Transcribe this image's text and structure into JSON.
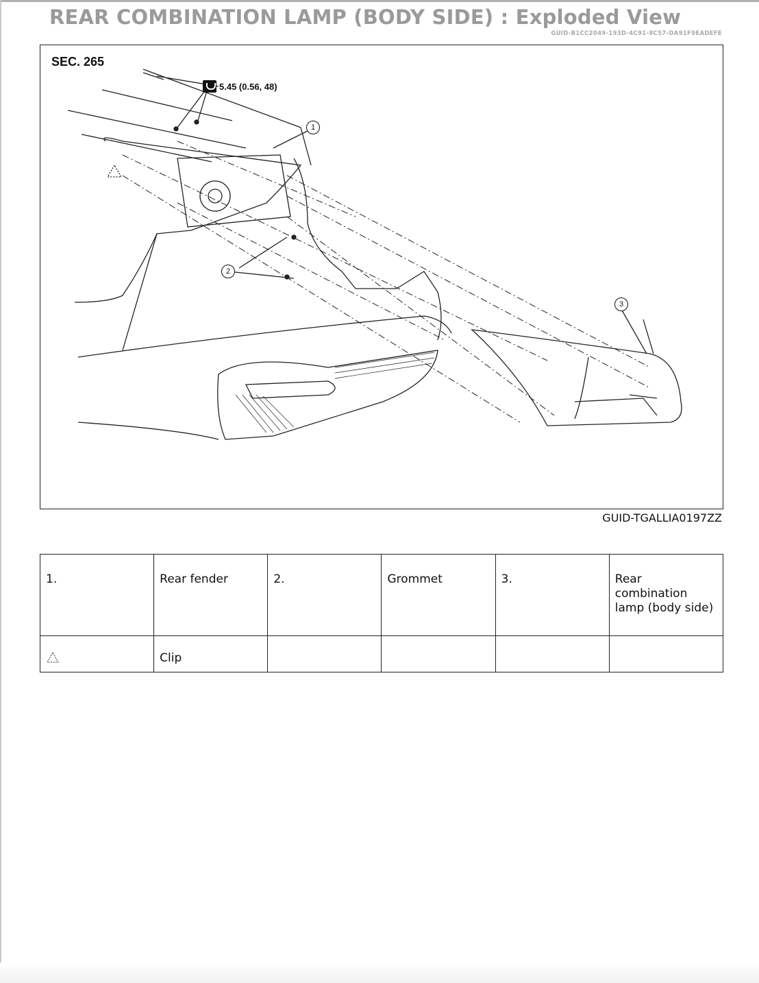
{
  "header": {
    "title": "REAR COMBINATION LAMP (BODY SIDE) : Exploded View",
    "guid": "GUID-B1CC2049-193D-4C91-8C57-DA91F9EADEFE"
  },
  "figure": {
    "section": "SEC. 265",
    "torque": "5.45 (0.56, 48)",
    "callouts": [
      "1",
      "2",
      "3"
    ],
    "guid": "GUID-TGALLIA0197ZZ"
  },
  "legend": {
    "rows": [
      [
        "1.",
        "Rear fender",
        "2.",
        "Grommet",
        "3.",
        "Rear combination lamp (body side)"
      ],
      [
        "",
        "Clip",
        "",
        "",
        "",
        ""
      ]
    ],
    "clip_symbol": "triangle-icon"
  }
}
